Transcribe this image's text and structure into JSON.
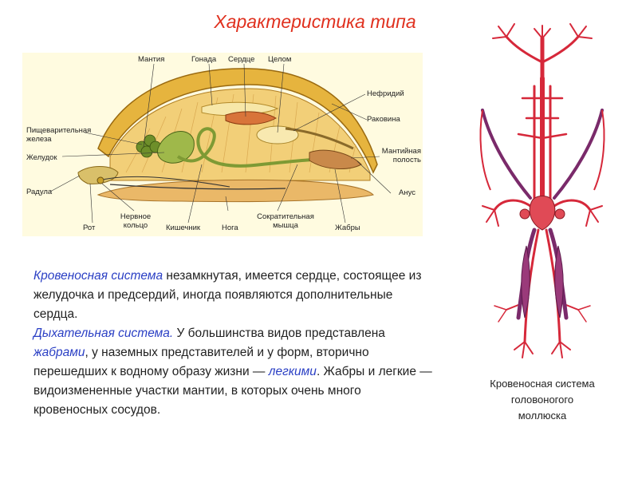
{
  "title": "Характеристика типа",
  "anatomy_labels": {
    "mantle": "Мантия",
    "gonad": "Гонада",
    "heart": "Сердце",
    "coelom": "Целом",
    "nephridium": "Нефридий",
    "shell": "Раковина",
    "digestive_gland": "Пищеварительная\nжелеза",
    "stomach": "Желудок",
    "mantle_cavity": "Мантийная\nполость",
    "radula": "Радула",
    "anus": "Анус",
    "mouth": "Рот",
    "nerve_ring": "Нервное\nкольцо",
    "intestine": "Кишечник",
    "foot": "Нога",
    "contractile_muscle": "Сократительная\nмышца",
    "gills": "Жабры"
  },
  "description": {
    "circ_term": "Кровеносная система",
    "circ_text": " незамкнутая, имеется сердце, состоящее из желудочка и предсердий, иногда появляются дополнительные сердца.",
    "resp_term": "Дыхательная система.",
    "resp_text1": " У большинства видов представлена ",
    "gills_term": "жабрами",
    "resp_text2": ", у наземных представителей и у форм, вторично перешедших к водному образу жизни — ",
    "lungs_term": "легкими",
    "resp_text3": ". Жабры и легкие — видоизмененные участки мантии, в которых очень много кровеносных сосудов."
  },
  "caption": "Кровеносная система\nголовоногого\nмоллюска",
  "colors": {
    "title": "#e0301e",
    "highlight": "#2a3fc4",
    "vessel_red": "#d6283a",
    "vessel_purple": "#7a2a6a"
  }
}
